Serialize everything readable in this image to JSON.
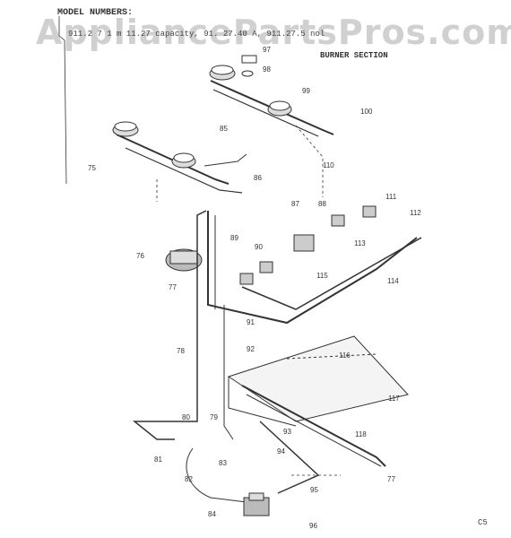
{
  "watermark": "AppliancePartsPros.com",
  "model_header": "MODEL NUMBERS:",
  "model_line": "911.2 7 1 m  11.27    capacity, 91. 27.40  A, 911.27.5 nol",
  "section_title": "BURNER SECTION",
  "diagram_code": "C5",
  "callouts": [
    "97",
    "98",
    "99",
    "100",
    "85",
    "75",
    "110",
    "111",
    "112",
    "86",
    "87",
    "88",
    "89",
    "90",
    "113",
    "76",
    "115",
    "114",
    "77",
    "91",
    "78",
    "92",
    "116",
    "117",
    "80",
    "79",
    "93",
    "118",
    "81",
    "83",
    "94",
    "82",
    "95",
    "84",
    "96",
    "77"
  ]
}
